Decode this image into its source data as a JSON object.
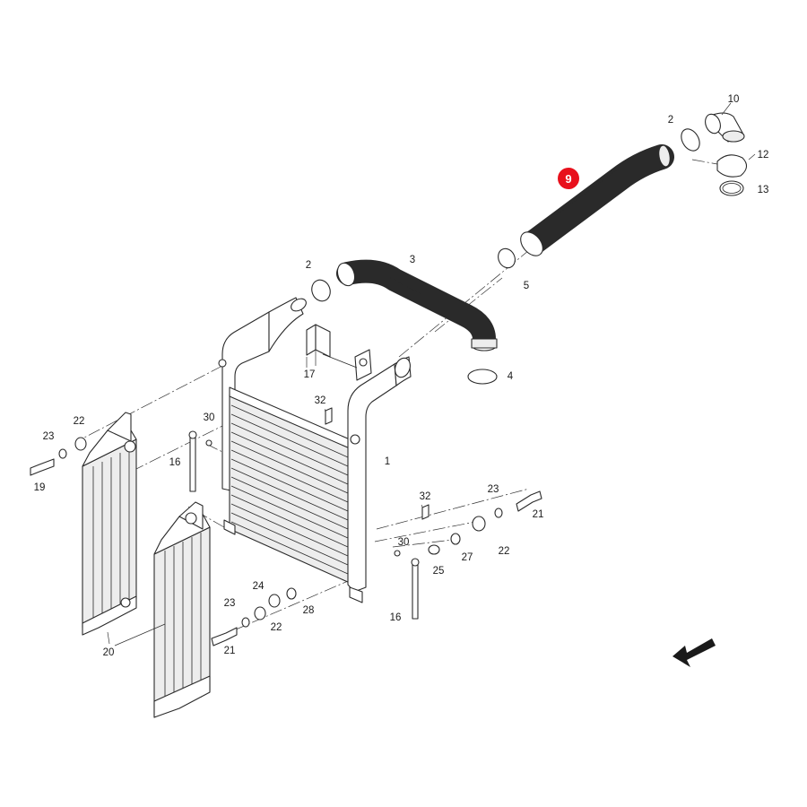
{
  "diagram": {
    "highlight": {
      "label": "9",
      "color": "#e8101c"
    },
    "labels": {
      "p1": "1",
      "p2a": "2",
      "p2b": "2",
      "p3": "3",
      "p4": "4",
      "p5": "5",
      "p10": "10",
      "p12": "12",
      "p13": "13",
      "p16a": "16",
      "p16b": "16",
      "p17": "17",
      "p19": "19",
      "p20": "20",
      "p21a": "21",
      "p21b": "21",
      "p22a": "22",
      "p22b": "22",
      "p22c": "22",
      "p23a": "23",
      "p23b": "23",
      "p23c": "23",
      "p24": "24",
      "p25": "25",
      "p27": "27",
      "p28": "28",
      "p30a": "30",
      "p30b": "30",
      "p32a": "32",
      "p32b": "32"
    },
    "direction_arrow_icon": "arrow-down-left-icon"
  }
}
